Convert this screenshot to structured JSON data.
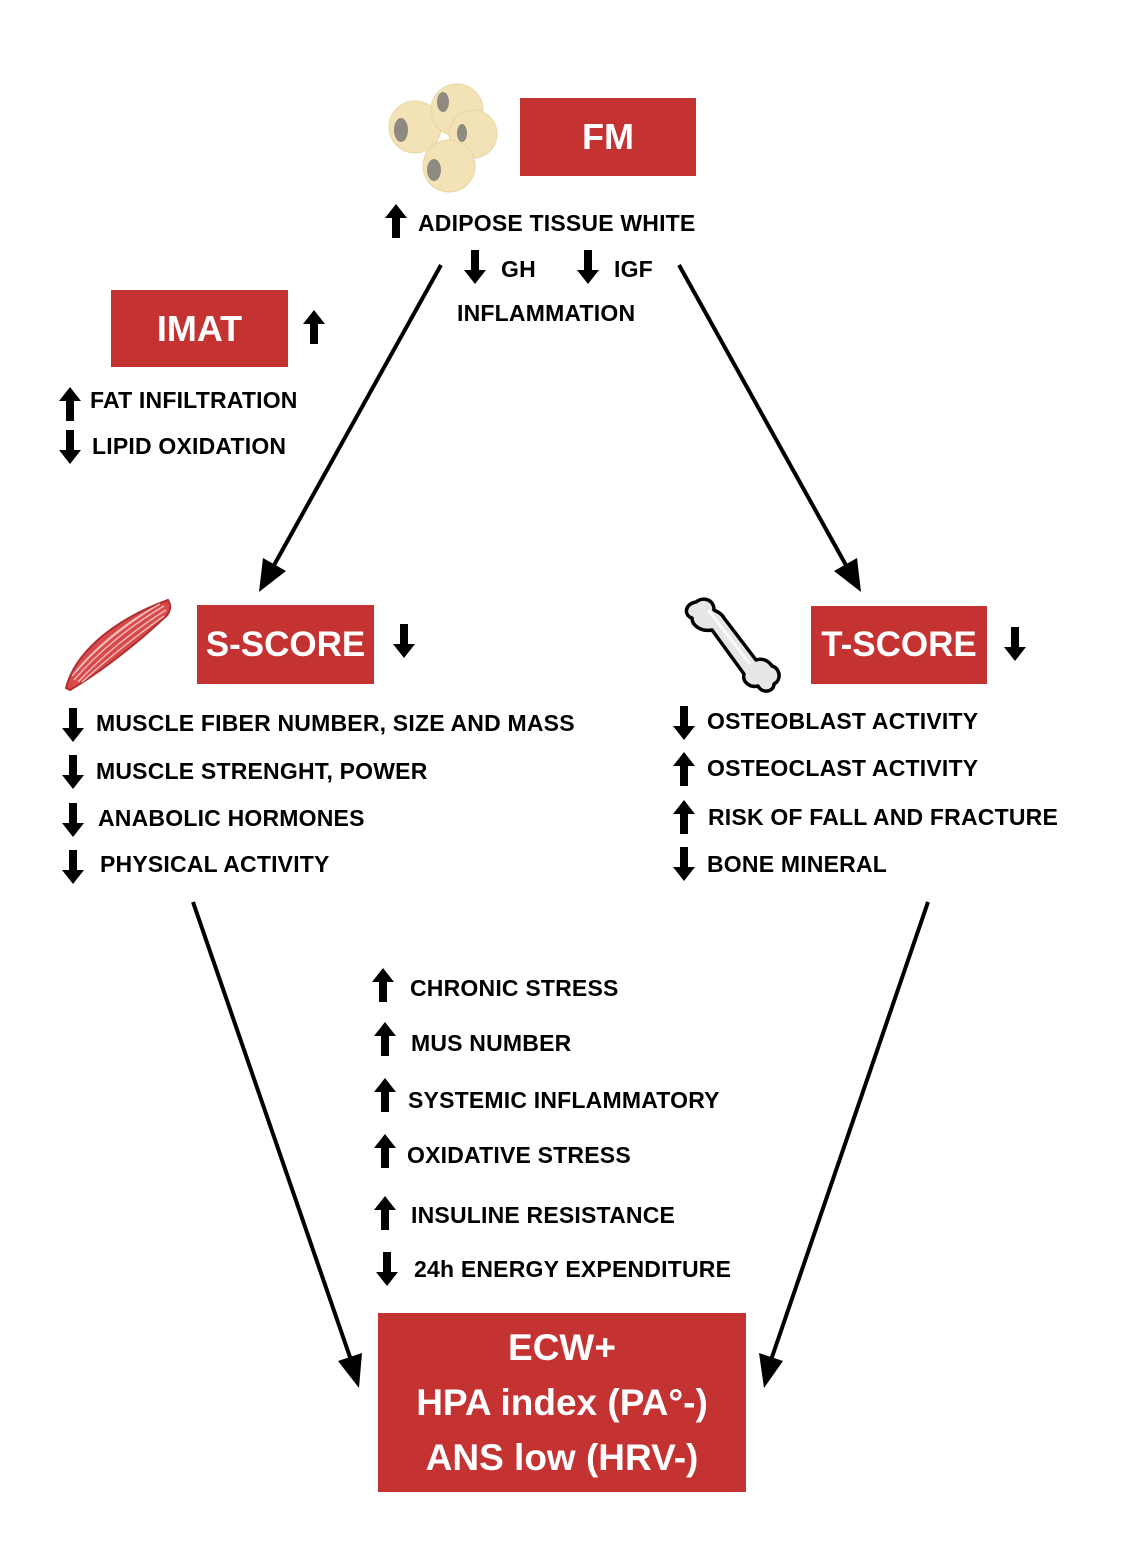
{
  "fm": {
    "label": "FM",
    "effects": [
      {
        "dir": "up",
        "text": "ADIPOSE TISSUE WHITE"
      },
      {
        "dir": "down",
        "text": "GH"
      },
      {
        "dir": "down",
        "text": "IGF"
      },
      {
        "dir": "none",
        "text": "INFLAMMATION"
      }
    ]
  },
  "imat": {
    "label": "IMAT",
    "trend": "up",
    "effects": [
      {
        "dir": "up",
        "text": "FAT INFILTRATION"
      },
      {
        "dir": "down",
        "text": "LIPID OXIDATION"
      }
    ]
  },
  "sscore": {
    "label": "S-SCORE",
    "trend": "down",
    "effects": [
      {
        "dir": "down",
        "text": "MUSCLE FIBER NUMBER, SIZE AND MASS"
      },
      {
        "dir": "down",
        "text": "MUSCLE STRENGHT, POWER"
      },
      {
        "dir": "down",
        "text": "ANABOLIC HORMONES"
      },
      {
        "dir": "down",
        "text": "PHYSICAL ACTIVITY"
      }
    ]
  },
  "tscore": {
    "label": "T-SCORE",
    "trend": "down",
    "effects": [
      {
        "dir": "down",
        "text": "OSTEOBLAST ACTIVITY"
      },
      {
        "dir": "up",
        "text": "OSTEOCLAST ACTIVITY"
      },
      {
        "dir": "up",
        "text": "RISK OF FALL AND FRACTURE"
      },
      {
        "dir": "down",
        "text": "BONE MINERAL"
      }
    ]
  },
  "center": {
    "effects": [
      {
        "dir": "up",
        "text": "CHRONIC STRESS"
      },
      {
        "dir": "up",
        "text": "MUS NUMBER"
      },
      {
        "dir": "up",
        "text": "SYSTEMIC INFLAMMATORY"
      },
      {
        "dir": "up",
        "text": "OXIDATIVE STRESS"
      },
      {
        "dir": "up",
        "text": "INSULINE RESISTANCE"
      },
      {
        "dir": "down",
        "text": "24h ENERGY EXPENDITURE"
      }
    ]
  },
  "final": {
    "lines": [
      "ECW+",
      "HPA index (PA°-)",
      "ANS low (HRV-)"
    ]
  },
  "colors": {
    "box": "#c43232",
    "text_on_box": "#ffffff",
    "ink": "#000000"
  },
  "icons": [
    "fat-cells-icon",
    "muscle-icon",
    "bone-icon",
    "up-arrow-icon",
    "down-arrow-icon"
  ]
}
